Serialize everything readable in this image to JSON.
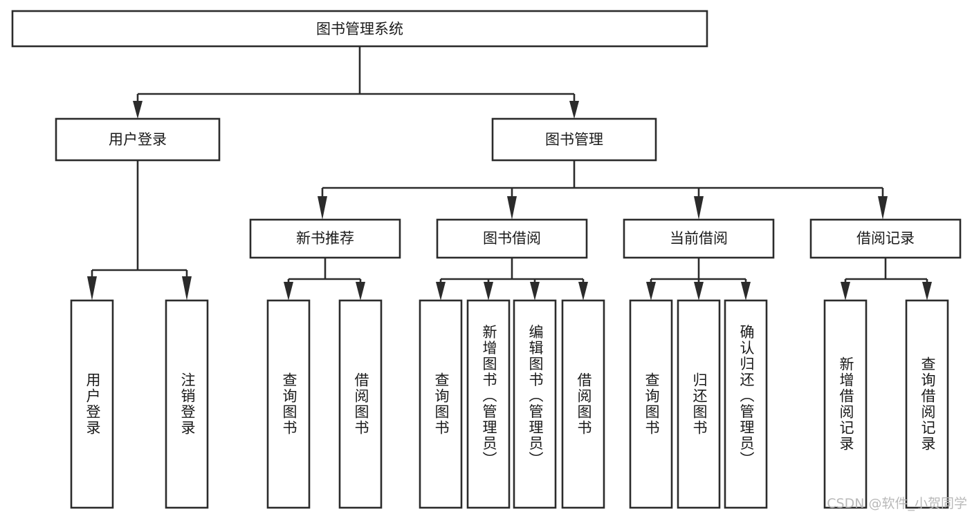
{
  "diagram": {
    "title": "图书管理系统",
    "type": "hierarchy-tree",
    "watermark": "CSDN @软件_小贺同学",
    "colors": {
      "box_stroke": "#2b2b2b",
      "box_fill": "#ffffff",
      "text": "#1a1a1a",
      "watermark": "#b9b9b9",
      "background": "#ffffff"
    },
    "nodes": {
      "root": {
        "label": "图书管理系统"
      },
      "level2": [
        {
          "id": "user-login",
          "label": "用户登录"
        },
        {
          "id": "book-management",
          "label": "图书管理"
        }
      ],
      "level3": [
        {
          "id": "new-book-recommend",
          "label": "新书推荐"
        },
        {
          "id": "book-borrow",
          "label": "图书借阅"
        },
        {
          "id": "current-borrow",
          "label": "当前借阅"
        },
        {
          "id": "borrow-record",
          "label": "借阅记录"
        }
      ],
      "leaves": {
        "user-login": [
          {
            "id": "leaf-user-login",
            "label": "用户登录"
          },
          {
            "id": "leaf-user-logout",
            "label": "注销登录"
          }
        ],
        "new-book-recommend": [
          {
            "id": "leaf-query-book-1",
            "label": "查询图书"
          },
          {
            "id": "leaf-borrow-book-1",
            "label": "借阅图书"
          }
        ],
        "book-borrow": [
          {
            "id": "leaf-query-book-2",
            "label": "查询图书"
          },
          {
            "id": "leaf-add-book",
            "label": "新增图书（管理员）"
          },
          {
            "id": "leaf-edit-book",
            "label": "编辑图书（管理员）"
          },
          {
            "id": "leaf-borrow-book-2",
            "label": "借阅图书"
          }
        ],
        "current-borrow": [
          {
            "id": "leaf-query-book-3",
            "label": "查询图书"
          },
          {
            "id": "leaf-return-book",
            "label": "归还图书"
          },
          {
            "id": "leaf-confirm-return",
            "label": "确认归还（管理员）"
          }
        ],
        "borrow-record": [
          {
            "id": "leaf-add-record",
            "label": "新增借阅记录"
          },
          {
            "id": "leaf-query-record",
            "label": "查询借阅记录"
          }
        ]
      }
    }
  }
}
